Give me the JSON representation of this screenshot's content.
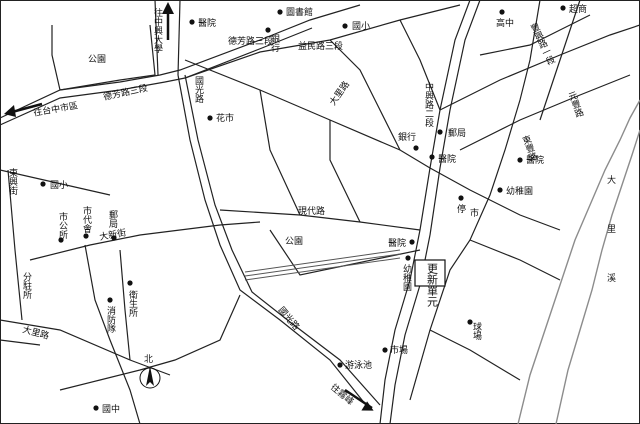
{
  "colors": {
    "road": "#222222",
    "river": "#8c8c8c",
    "background": "#ffffff",
    "rail": "#555555",
    "label_box": "#111111"
  },
  "labels": {
    "north_road": "往中興大學",
    "hospital_top": "醫院",
    "library": "圖書館",
    "elementary_top": "國小",
    "high_school": "高中",
    "supermarket": "超商",
    "park_top": "公園",
    "defang_road3_top": "德芳路三段",
    "bank_top": "銀行",
    "yimin_road3": "益民路三段",
    "fengxing_road1": "豐興路一段",
    "to_zhongshi_rd": "往台中市區",
    "defang_road3_left": "德芳路三段",
    "guangfu_road": "國光路",
    "flower_market": "花市",
    "dali_road": "大里路",
    "zhongxing_road2": "中興路二段",
    "bank_mid": "銀行",
    "post_office": "郵局",
    "hospital_mid": "醫院",
    "yuanfeng_road": "元豐路",
    "yongfeng_road": "東豐路",
    "hospital_right": "醫院",
    "elementary_left": "國小",
    "zhongxing_st": "東興街",
    "kindergarten_right": "幼稚園",
    "culture_center": "市代會",
    "city_office": "市公所",
    "post_left": "郵局",
    "daxin_street": "大新街",
    "market_area": "市",
    "temple": "停",
    "xiandai_road": "現代路",
    "park_mid": "公園",
    "hospital_center": "醫院",
    "kindergarten_mid": "幼稚園",
    "renewal_unit": "更新單元",
    "dali_river": "大里溪",
    "branch_office": "分駐所",
    "health_station": "衛生所",
    "fire_station": "消防隊",
    "dali_road_bottom": "大里路",
    "guangfu_road_bottom": "國光路",
    "swimming_pool": "游泳池",
    "market_bottom": "市場",
    "baseball_field": "球場",
    "north": "北",
    "middle_school": "國中",
    "to_wufeng": "往霧峰"
  }
}
